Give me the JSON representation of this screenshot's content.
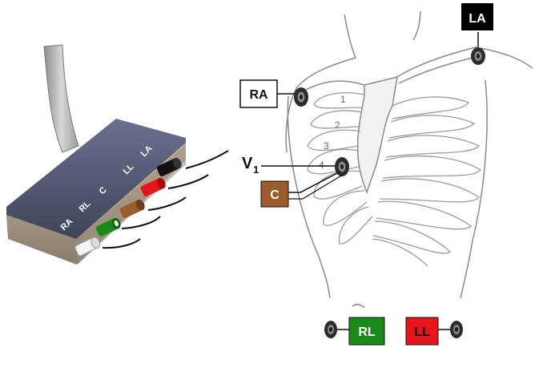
{
  "connector": {
    "labels": [
      "RA",
      "RL",
      "C",
      "LL",
      "LA"
    ]
  },
  "torso": {
    "rib_numbers": [
      "1",
      "2",
      "3",
      "4"
    ]
  },
  "electrodes": {
    "ra": "RA",
    "la": "LA",
    "c": "C",
    "rl": "RL",
    "ll": "LL",
    "v1_main": "V",
    "v1_sub": "1"
  },
  "colors": {
    "ra": "#ffffff",
    "la": "#000000",
    "c": "#9c5b2e",
    "rl": "#1a8a1a",
    "ll": "#e8141b",
    "connector_body": "#4a4f66",
    "cable": "#bcbcbc"
  }
}
